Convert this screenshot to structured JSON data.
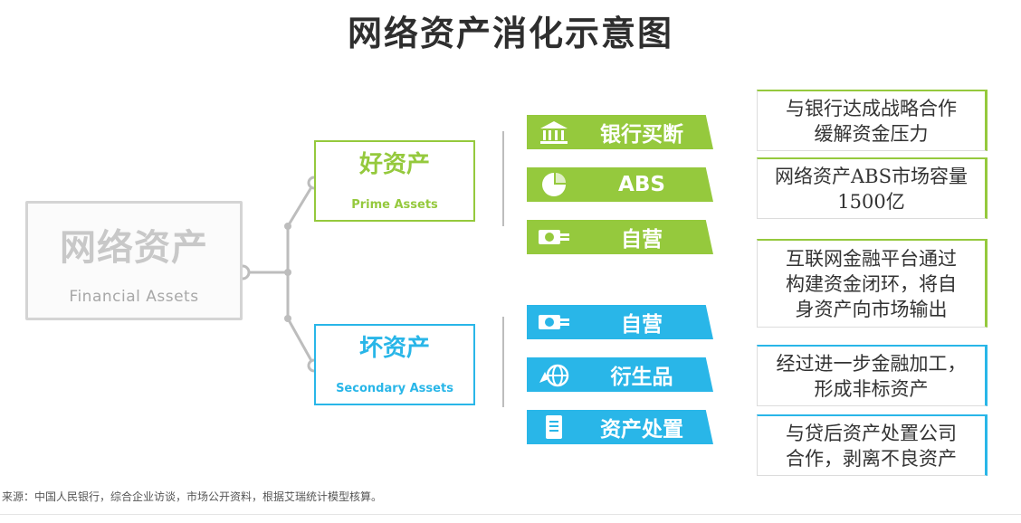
{
  "title": "网络资产消化示意图",
  "root": {
    "title": "网络资产",
    "subtitle": "Financial Assets"
  },
  "branches": [
    {
      "title": "好资产",
      "subtitle": "Prime Assets"
    },
    {
      "title": "坏资产",
      "subtitle": "Secondary Assets"
    }
  ],
  "methods": [
    {
      "label": "银行买断",
      "icon": "bank-icon",
      "color": "#95c93d"
    },
    {
      "label": "ABS",
      "icon": "pie-chart-icon",
      "color": "#95c93d"
    },
    {
      "label": "自营",
      "icon": "cash-icon",
      "color": "#95c93d"
    },
    {
      "label": "自营",
      "icon": "cash-icon",
      "color": "#29b6e8"
    },
    {
      "label": "衍生品",
      "icon": "globe-recycle-icon",
      "color": "#29b6e8"
    },
    {
      "label": "资产处置",
      "icon": "document-icon",
      "color": "#29b6e8"
    }
  ],
  "notes": [
    {
      "lines": [
        "与银行达成战略合作",
        "缓解资金压力"
      ]
    },
    {
      "lines": [
        "网络资产ABS市场容量",
        "1500亿"
      ]
    },
    {
      "lines": [
        "互联网金融平台通过",
        "构建资金闭环，将自",
        "身资产向市场输出"
      ]
    },
    {
      "lines": [
        "经过进一步金融加工，",
        "形成非标资产"
      ]
    },
    {
      "lines": [
        "与贷后资产处置公司",
        "合作，剥离不良资产"
      ]
    }
  ],
  "source": "来源：中国人民银行，综合企业访谈，市场公开资料，根据艾瑞统计模型核算。",
  "colors": {
    "green": "#95c93d",
    "blue": "#29b6e8",
    "gray": "#c8c8c8"
  }
}
